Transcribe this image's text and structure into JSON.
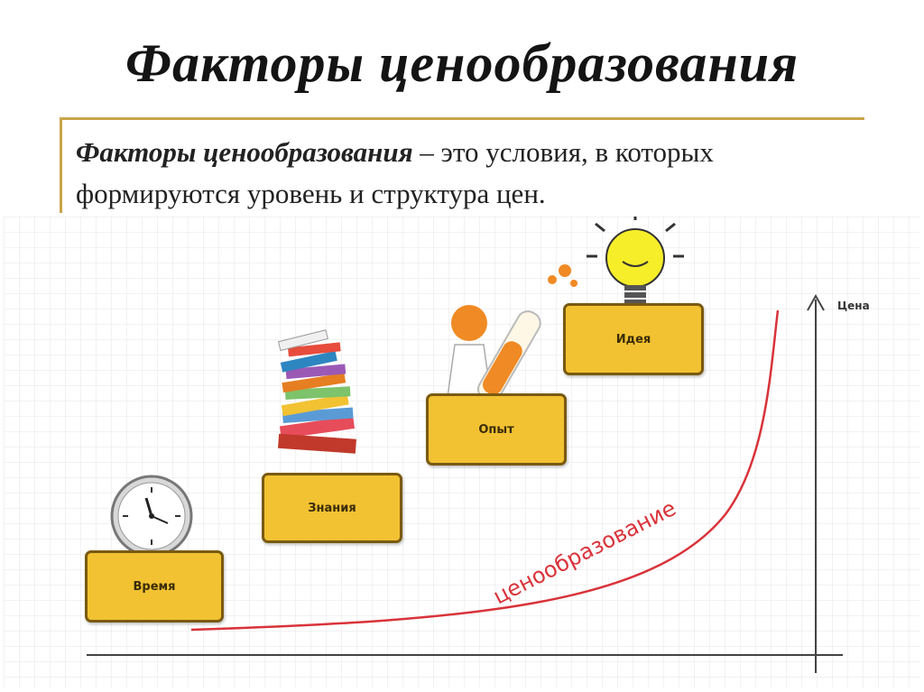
{
  "title": "Факторы ценообразования",
  "definition": {
    "term": "Факторы ценообразования",
    "rest": " – это условия, в которых формируются уровень и структура цен."
  },
  "steps": [
    {
      "label": "Время",
      "icon": "clock-icon"
    },
    {
      "label": "Знания",
      "icon": "books-icon"
    },
    {
      "label": "Опыт",
      "icon": "scientist-icon"
    },
    {
      "label": "Идея",
      "icon": "lightbulb-icon"
    }
  ],
  "axis": {
    "y_label": "Цена"
  },
  "curve_label": "ценообразование",
  "colors": {
    "accent_line": "#c9a44a",
    "step_fill": "#f2c232",
    "curve": "#d9333a",
    "grid": "#e4e4e4"
  }
}
